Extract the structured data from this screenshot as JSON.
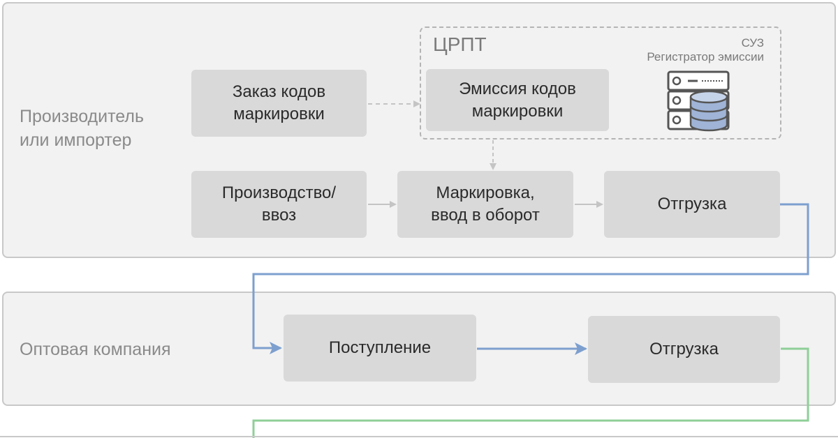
{
  "lanes": {
    "producer": {
      "label_line1": "Производитель",
      "label_line2": "или импортер"
    },
    "wholesale": {
      "label": "Оптовая компания"
    }
  },
  "crpt": {
    "title": "ЦРПТ",
    "suz_line1": "СУЗ",
    "suz_line2": "Регистратор  эмиссии"
  },
  "boxes": {
    "order_codes": {
      "line1": "Заказ кодов",
      "line2": "маркировки"
    },
    "emission": {
      "line1": "Эмиссия кодов",
      "line2": "маркировки"
    },
    "production": {
      "line1": "Производство/",
      "line2": "ввоз"
    },
    "marking": {
      "line1": "Маркировка,",
      "line2": "ввод в оборот"
    },
    "shipment1": {
      "label": "Отгрузка"
    },
    "receipt": {
      "label": "Поступление"
    },
    "shipment2": {
      "label": "Отгрузка"
    }
  },
  "colors": {
    "blue_flow": "#7d9fcf",
    "green_flow": "#8fcf98",
    "grey_arrow": "#c4c4c4"
  },
  "icons": {
    "server": "server-database-icon"
  }
}
